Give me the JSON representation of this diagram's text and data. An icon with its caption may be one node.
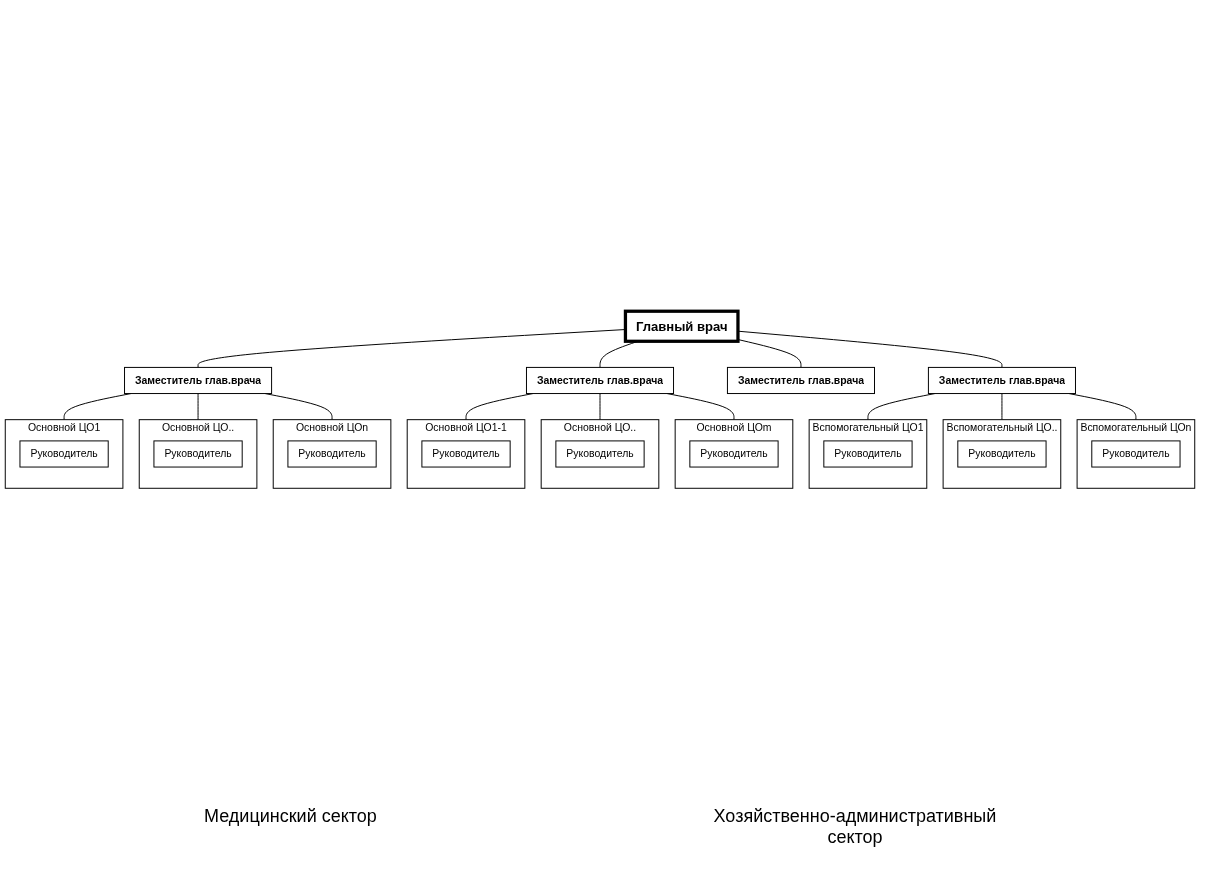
{
  "diagram": {
    "nodes": [
      {
        "text": [
          "Главный врач"
        ]
      },
      {
        "text": [
          "Заместитель глав.врача"
        ]
      },
      {
        "text": [
          "Заместитель глав.врача"
        ]
      },
      {
        "text": [
          "Заместитель глав.врача"
        ]
      },
      {
        "text": [
          "Заместитель глав.врача"
        ]
      },
      {
        "text": [
          "Основной ЦО1"
        ]
      },
      {
        "text": [
          "Руководитель"
        ],
        "in": 5
      },
      {
        "text": [
          "Основной ЦО.."
        ]
      },
      {
        "text": [
          "Руководитель"
        ],
        "in": 7
      },
      {
        "text": [
          "Основной ЦОn"
        ]
      },
      {
        "text": [
          "Руководитель"
        ],
        "in": 9
      },
      {
        "text": [
          "Основной ЦО1-1"
        ]
      },
      {
        "text": [
          "Руководитель"
        ],
        "in": 11
      },
      {
        "text": [
          "Основной ЦО.."
        ]
      },
      {
        "text": [
          "Руководитель"
        ],
        "in": 13
      },
      {
        "text": [
          "Основной ЦОm"
        ]
      },
      {
        "text": [
          "Руководитель"
        ],
        "in": 15
      },
      {
        "text": [
          "Вспомогательный ЦО1"
        ]
      },
      {
        "text": [
          "Руководитель"
        ],
        "in": 17
      },
      {
        "text": [
          "Вспомогательный ЦО.."
        ]
      },
      {
        "text": [
          "Руководитель"
        ],
        "in": 19
      },
      {
        "text": [
          "Вспомогательный ЦОn"
        ]
      },
      {
        "text": [
          "Руководитель"
        ],
        "in": 21
      }
    ],
    "edges": [
      {
        "from": 0,
        "to": 1,
        "arrow": "none"
      },
      {
        "from": 0,
        "to": 2,
        "arrow": "none"
      },
      {
        "from": 0,
        "to": 3,
        "arrow": "none"
      },
      {
        "from": 0,
        "to": 4,
        "arrow": "none"
      },
      {
        "from": 1,
        "to": 5,
        "arrow": "none"
      },
      {
        "from": 1,
        "to": 7,
        "arrow": "none"
      },
      {
        "from": 1,
        "to": 9,
        "arrow": "none"
      },
      {
        "from": 2,
        "to": 11,
        "arrow": "none"
      },
      {
        "from": 2,
        "to": 13,
        "arrow": "none"
      },
      {
        "from": 2,
        "to": 15,
        "arrow": "none"
      },
      {
        "from": 4,
        "to": 17,
        "arrow": "none"
      },
      {
        "from": 4,
        "to": 19,
        "arrow": "none"
      },
      {
        "from": 4,
        "to": 21,
        "arrow": "none"
      }
    ],
    "labels": [
      "Медицинский сектор",
      "Хозяйственно-административный сектор"
    ]
  }
}
